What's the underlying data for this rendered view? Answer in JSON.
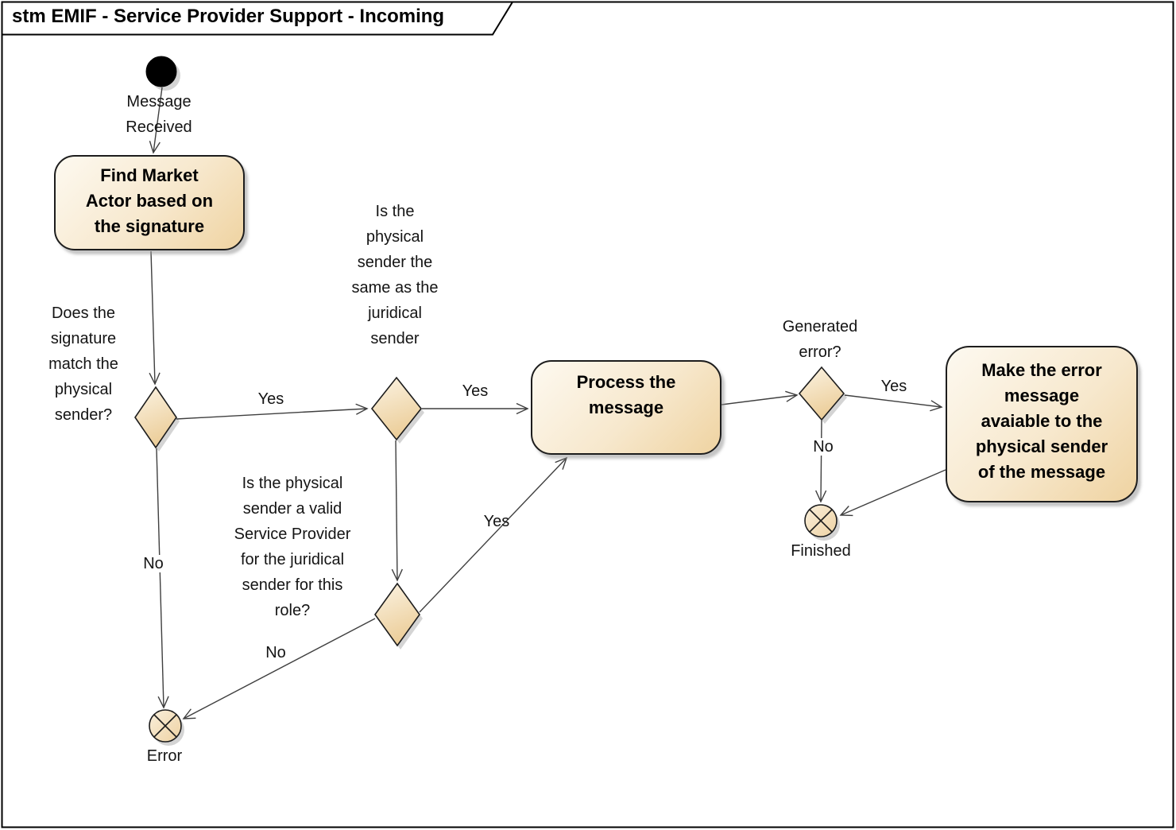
{
  "diagram": {
    "title": "stm EMIF - Service Provider Support - Incoming"
  },
  "nodes": {
    "initial": {
      "label": "Message\nReceived"
    },
    "find_market_actor": {
      "label": "Find Market\nActor based on\nthe signature"
    },
    "process_message": {
      "label": "Process the\nmessage"
    },
    "make_error_available": {
      "label": "Make the error\nmessage\navaiable to the\nphysical sender\nof the message"
    },
    "finished": {
      "label": "Finished"
    },
    "error": {
      "label": "Error"
    }
  },
  "decisions": {
    "signature_match": {
      "question": "Does the\nsignature\nmatch the\nphysical\nsender?"
    },
    "same_juridical": {
      "question": "Is the\nphysical\nsender the\nsame as the\njuridical\nsender"
    },
    "valid_service_provider": {
      "question": "Is the physical\nsender a valid\nService Provider\nfor the juridical\nsender for this\nrole?"
    },
    "generated_error": {
      "question": "Generated\nerror?"
    }
  },
  "edge_labels": {
    "signature_match_yes": "Yes",
    "signature_match_no": "No",
    "same_juridical_yes": "Yes",
    "valid_service_provider_yes": "Yes",
    "valid_service_provider_no": "No",
    "generated_error_yes": "Yes",
    "generated_error_no": "No"
  },
  "colors": {
    "node_fill_light": "#fdf9f0",
    "node_fill_dark": "#efd3a1",
    "node_border": "#1d1d1d",
    "edge_line": "#3f3f3f",
    "shadow": "#c6c6c6",
    "initial_node_fill": "#000000",
    "frame_border": "#000000",
    "background": "#ffffff"
  }
}
